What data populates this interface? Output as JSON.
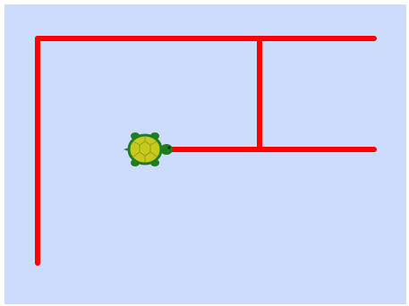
{
  "canvas": {
    "background_color": "#cddbfc",
    "frame_color": "#ffffff"
  },
  "trail": {
    "color": "#ff0000",
    "segments": [
      "left-vertical-line",
      "top-horizontal-line",
      "middle-vertical-line",
      "lower-horizontal-line"
    ]
  },
  "turtle": {
    "icon": "turtle-icon",
    "shell_color": "#c8c81e",
    "body_color": "#1e7d1e",
    "heading": "east"
  }
}
